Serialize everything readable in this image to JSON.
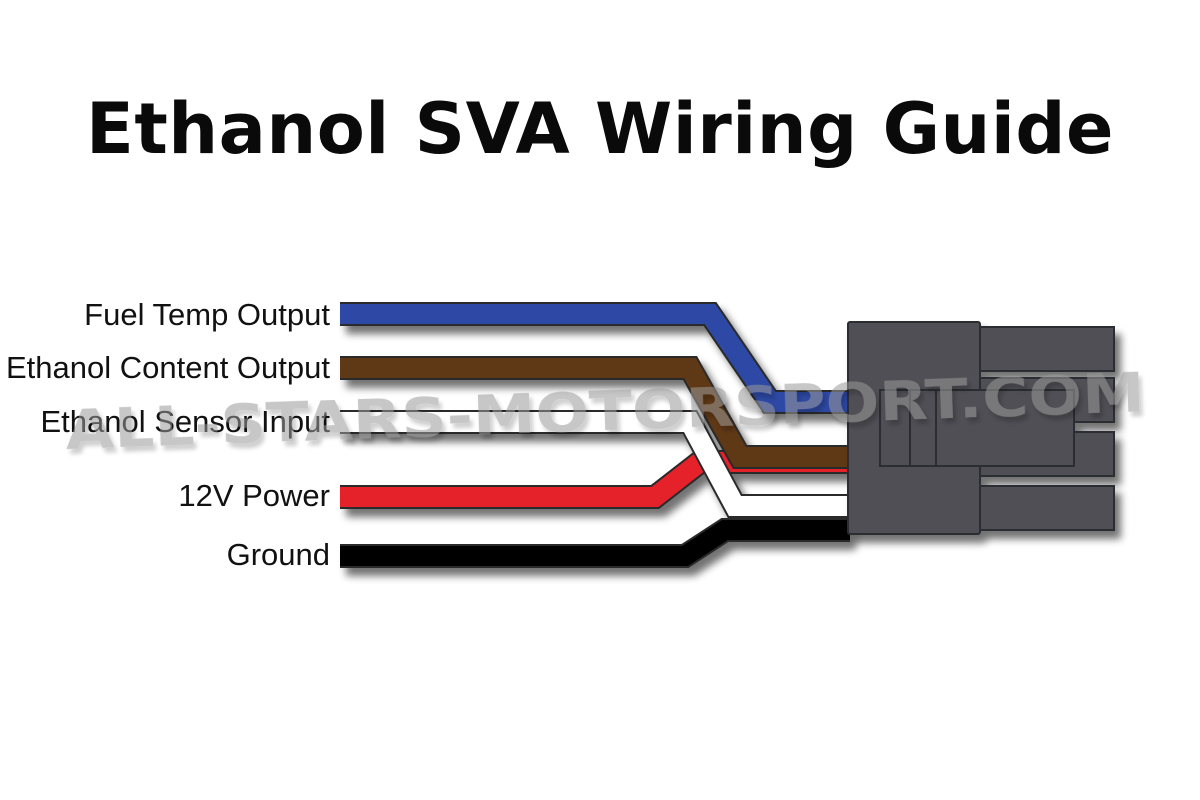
{
  "title": "Ethanol SVA Wiring Guide",
  "watermark": "ALL-STARS-MOTORSPORT.COM",
  "wires": [
    {
      "label": "Fuel Temp Output",
      "color_name": "blue",
      "color": "#2d4aa5"
    },
    {
      "label": "Ethanol Content Output",
      "color_name": "brown",
      "color": "#5e3812"
    },
    {
      "label": "Ethanol Sensor Input",
      "color_name": "white",
      "color": "#ffffff"
    },
    {
      "label": "12V Power",
      "color_name": "red",
      "color": "#e5202a"
    },
    {
      "label": "Ground",
      "color_name": "black",
      "color": "#050505"
    }
  ],
  "connector": {
    "name": "sensor-connector",
    "color": "#4f5054",
    "pin_count": 4
  }
}
